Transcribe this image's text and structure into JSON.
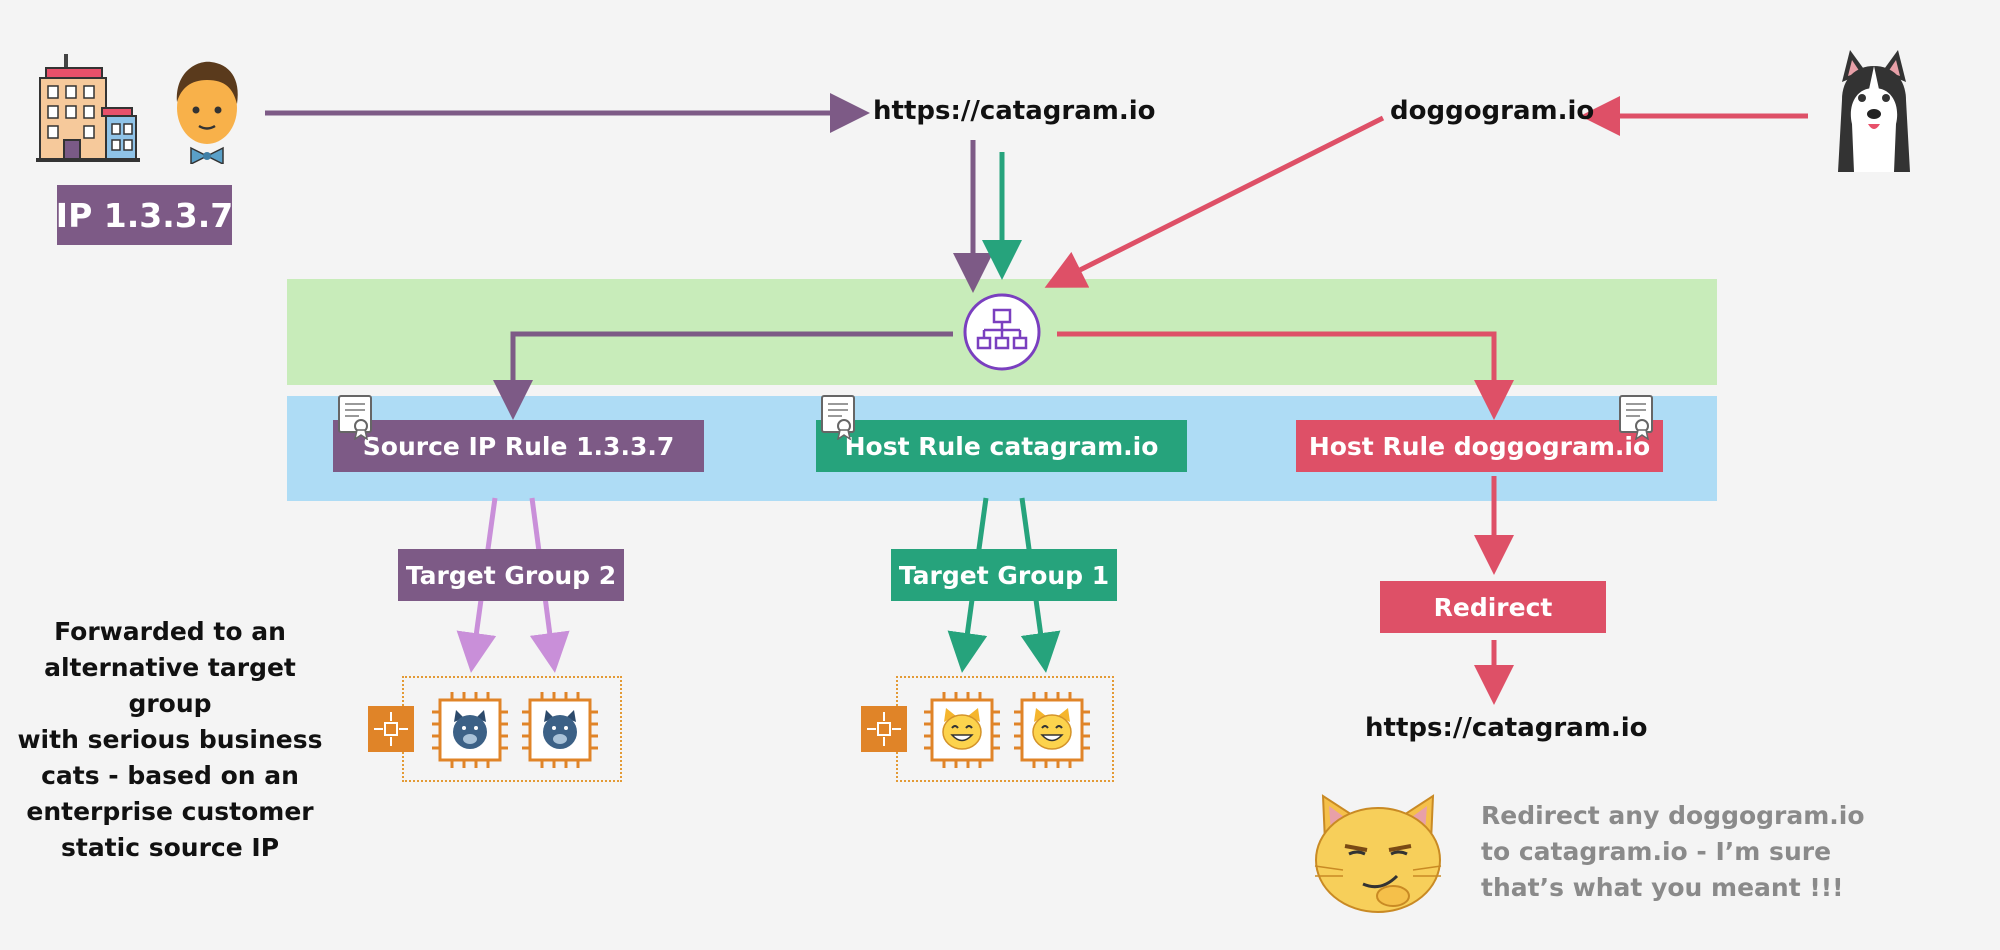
{
  "colors": {
    "purple": "#7d5a86",
    "green": "#26a37c",
    "red": "#de5067",
    "lavender": "#c98fd9",
    "listener_band": "#c8ecba",
    "rules_band": "#aedcf5",
    "orange": "#e08428"
  },
  "client": {
    "ip_label": "IP 1.3.3.7",
    "icons": [
      "office-building-icon",
      "businessman-icon"
    ]
  },
  "dog": {
    "icon": "husky-dog-icon"
  },
  "urls": {
    "catagram_top": "https://catagram.io",
    "doggogram": "doggogram.io",
    "catagram_redirect": "https://catagram.io"
  },
  "load_balancer": {
    "icon": "load-balancer-icon"
  },
  "rules": [
    {
      "label": "Source IP Rule 1.3.3.7",
      "color": "purple",
      "icon": "certificate-icon"
    },
    {
      "label": "Host Rule catagram.io",
      "color": "green",
      "icon": "certificate-icon"
    },
    {
      "label": "Host Rule doggogram.io",
      "color": "red",
      "icon": "certificate-icon"
    }
  ],
  "target_groups": [
    {
      "label": "Target Group 2",
      "color": "purple",
      "instances": [
        "business-cat-icon",
        "business-cat-icon"
      ]
    },
    {
      "label": "Target Group 1",
      "color": "green",
      "instances": [
        "happy-cat-icon",
        "happy-cat-icon"
      ]
    }
  ],
  "redirect": {
    "label": "Redirect"
  },
  "notes": {
    "left": [
      "Forwarded to an",
      "alternative target group",
      "with serious business",
      "cats - based on an",
      "enterprise customer",
      "static source IP"
    ],
    "right": [
      "Redirect any doggogram.io",
      "to catagram.io - I’m sure",
      "that’s what you meant !!!"
    ]
  }
}
